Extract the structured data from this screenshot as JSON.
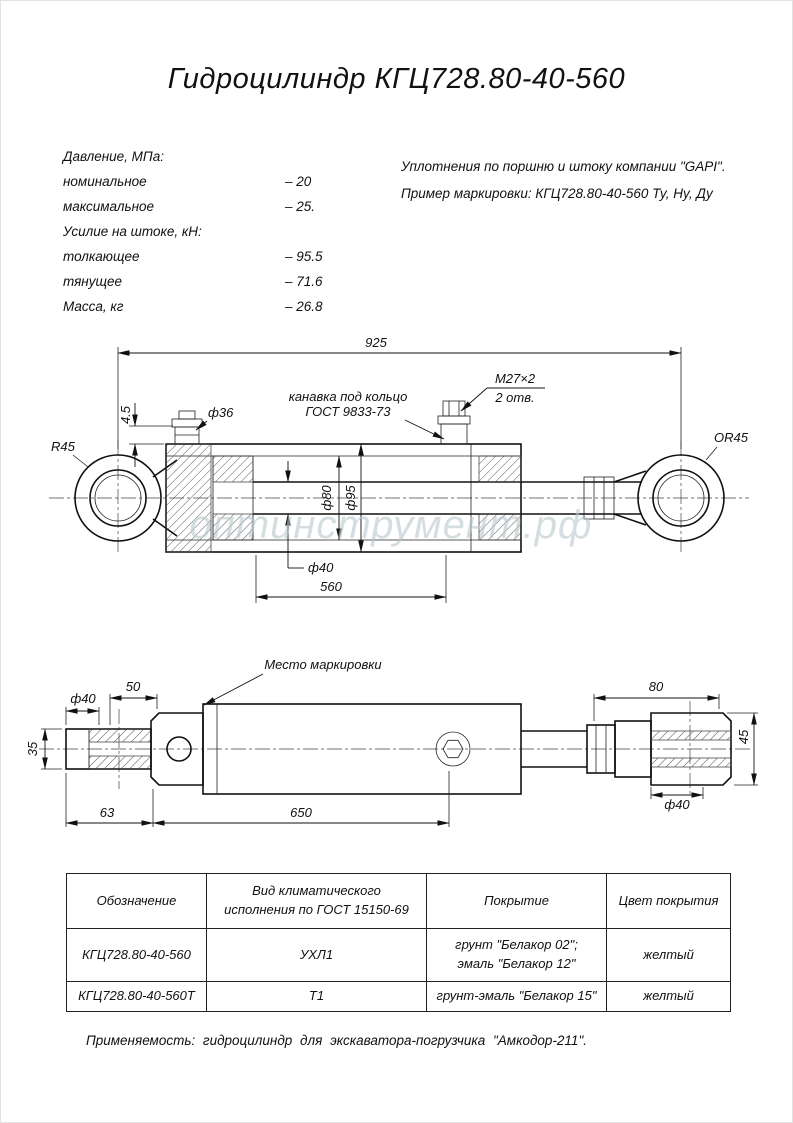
{
  "page": {
    "title": "Гидроцилиндр КГЦ728.80-40-560",
    "footer_note": "Применяемость: гидроцилиндр для экскаватора-погрузчика \"Амкодор-211\"."
  },
  "specs": {
    "rows": [
      {
        "label": "Давление, МПа:",
        "value": ""
      },
      {
        "label": "номинальное",
        "value": "– 20"
      },
      {
        "label": "максимальное",
        "value": "– 25."
      },
      {
        "label": "Усилие на штоке, кН:",
        "value": ""
      },
      {
        "label": "толкающее",
        "value": "– 95.5"
      },
      {
        "label": "тянущее",
        "value": "– 71.6"
      },
      {
        "label": "Масса, кг",
        "value": "– 26.8"
      }
    ]
  },
  "notes": {
    "line1": "Уплотнения по поршню и штоку компании \"GAPI\".",
    "line2": "Пример маркировки: КГЦ728.80-40-560 Ту, Ну, Ду"
  },
  "drawing_main": {
    "dim_overall": "925",
    "label_thread": "M27×2",
    "label_thread_holes": "2 отв.",
    "label_groove_line1": "канавка под кольцо",
    "label_groove_line2": "ГОСТ 9833-73",
    "label_port_dia": "ф36",
    "dim_wall": "4.5",
    "label_left_radius": "R45",
    "label_right_radius": "OR45",
    "dim_bore": "ф80",
    "dim_outer": "ф95",
    "dim_rod": "ф40",
    "dim_stroke": "560",
    "watermark": "оптинструмент.рф"
  },
  "drawing_side": {
    "label_marking": "Место маркировки",
    "dim_pin_left": "ф40",
    "dim_50": "50",
    "dim_35": "35",
    "dim_63": "63",
    "dim_650": "650",
    "dim_80": "80",
    "dim_45": "45",
    "dim_pin_right": "ф40"
  },
  "table": {
    "headers": [
      "Обозначение",
      "Вид климатического\nисполнения по ГОСТ 15150-69",
      "Покрытие",
      "Цвет покрытия"
    ],
    "rows": [
      [
        "КГЦ728.80-40-560",
        "УХЛ1",
        "грунт \"Белакор 02\";\nэмаль \"Белакор 12\"",
        "желтый"
      ],
      [
        "КГЦ728.80-40-560Т",
        "Т1",
        "грунт-эмаль \"Белакор 15\"",
        "желтый"
      ]
    ]
  }
}
